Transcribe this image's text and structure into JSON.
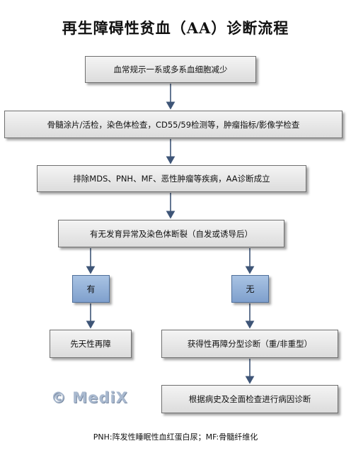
{
  "title": "再生障碍性贫血（AA）诊断流程",
  "nodes": {
    "step1": "血常规示一系或多系血细胞减少",
    "step2": "骨髓涂片/活检，染色体检查，CD55/59检测等，肿瘤指标/影像学检查",
    "step3": "排除MDS、PNH、MF、恶性肿瘤等疾病，AA诊断成立",
    "step4": "有无发育异常及染色体断裂（自发或诱导后）",
    "yes": "有",
    "no": "无",
    "congenital": "先天性再障",
    "acquired": "获得性再障分型诊断（重/非重型）",
    "etiology": "根据病史及全面检查进行病因诊断"
  },
  "watermark": "© MediX",
  "footnote": "PNH:阵发性睡眠性血红蛋白尿；MF:骨髓纤维化",
  "colors": {
    "box_fill": "#e6e6e6",
    "decision_fill": "#8faad6",
    "arrow": "#3e5577"
  }
}
